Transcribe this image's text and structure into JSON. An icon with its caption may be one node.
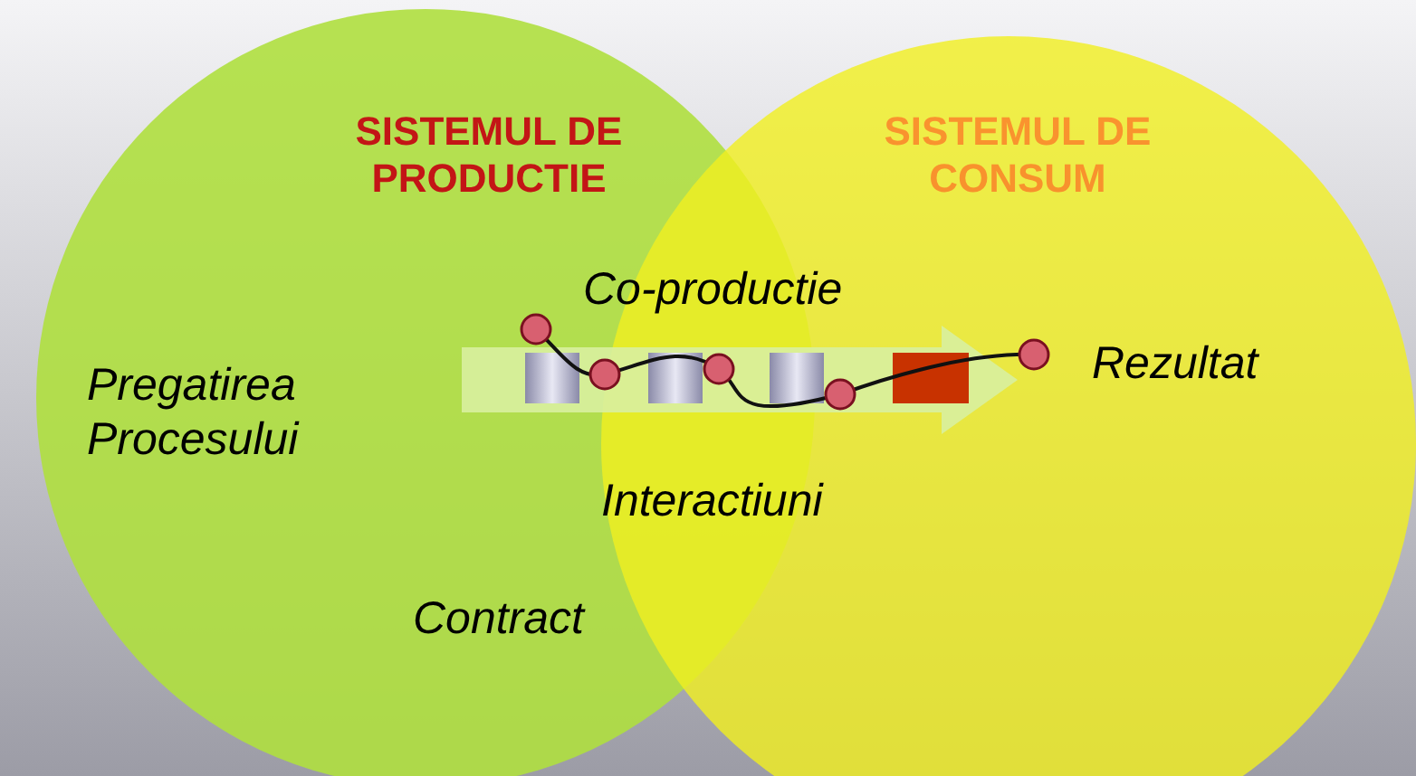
{
  "diagram": {
    "nodes": [
      {
        "text": [
          "SISTEMUL DE PRODUCTIE"
        ]
      },
      {
        "text": [
          "SISTEMUL DE CONSUM"
        ]
      }
    ],
    "labels": [
      "Co-productie",
      "Pregatirea Procesului",
      "Rezultat",
      "Interactiuni",
      "Contract"
    ]
  }
}
